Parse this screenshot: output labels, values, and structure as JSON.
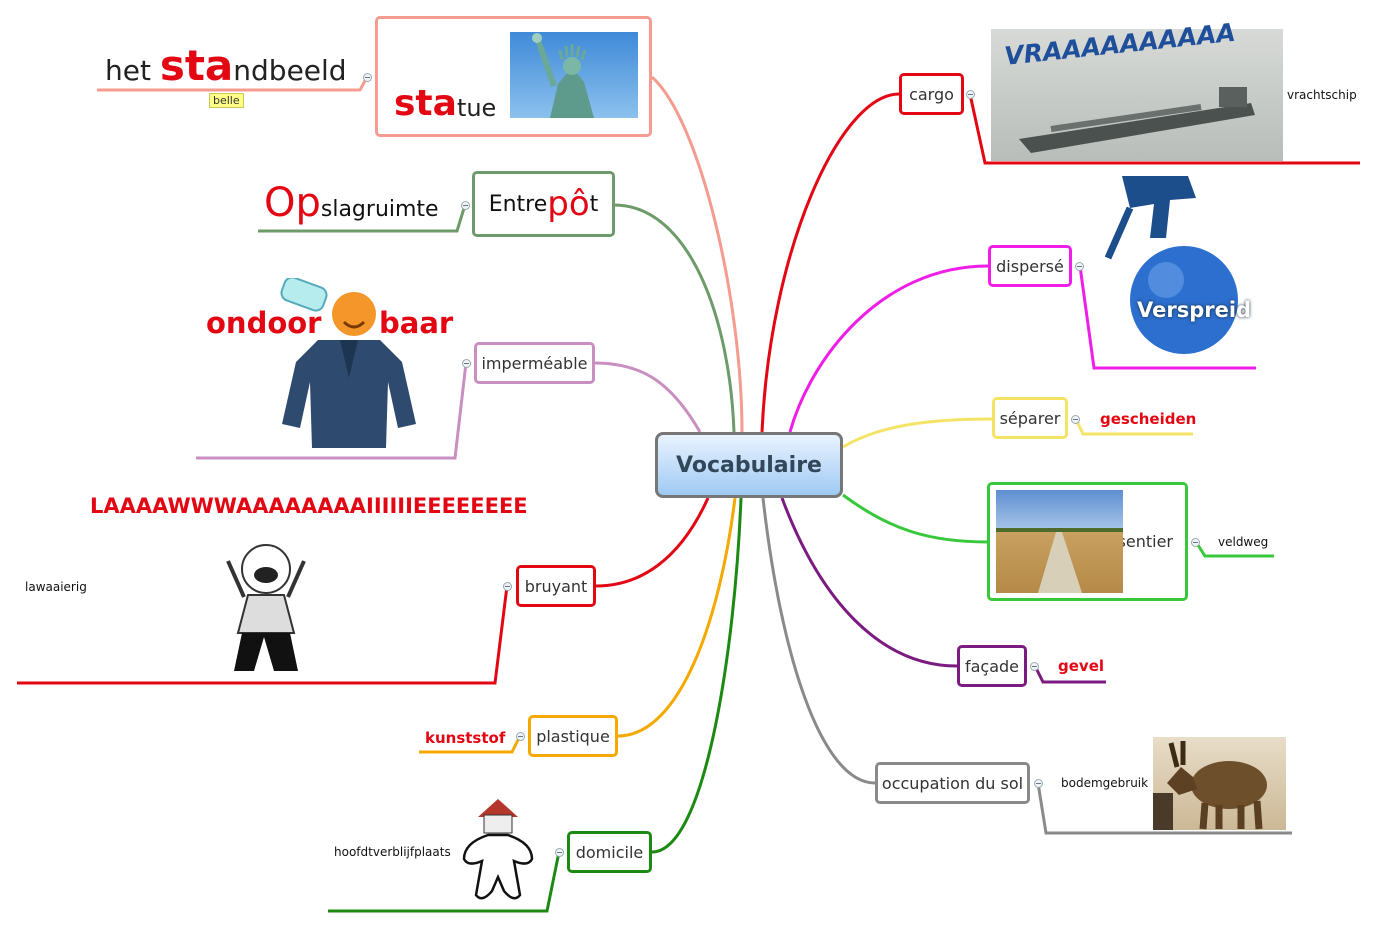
{
  "central": {
    "label": "Vocabulaire"
  },
  "colors": {
    "statue": "#f59b8f",
    "entrepot": "#6d9b6a",
    "impermeable": "#c98fc0",
    "bruyant": "#e30613",
    "plastique": "#f5a800",
    "domicile": "#1c8a12",
    "cargo": "#e30613",
    "disperse": "#ee1ee8",
    "separer": "#f4e466",
    "sentier": "#39c83b",
    "facade": "#7b1a80",
    "occupation": "#8a8a8a",
    "emphasis": "#e30613",
    "central_border": "#777777"
  },
  "left": {
    "statue": {
      "label_a": "sta",
      "label_b": "tue",
      "word_prefix": "het ",
      "word_em": "sta",
      "word_rest": "ndbeeld",
      "note": "belle",
      "image": "statue-of-liberty-photo"
    },
    "entrepot": {
      "label_a": "Entre",
      "label_b": "pô",
      "label_c": "t",
      "word_em": "Op",
      "word_rest": "slagruimte"
    },
    "impermeable": {
      "label": "imperméable",
      "caption_a": "ondoor",
      "caption_b": "baar",
      "image": "raincoat-clipart"
    },
    "bruyant": {
      "label": "bruyant",
      "caption": "LAAAAWWWAAAAAAAAIIIIIIEEEEEEEE",
      "word": "lawaaierig",
      "image": "screaming-kid-cartoon"
    },
    "plastique": {
      "label": "plastique",
      "word": "kunststof"
    },
    "domicile": {
      "label": "domicile",
      "word": "hoofdtverblijfplaats",
      "image": "house-figure-cartoon"
    }
  },
  "right": {
    "cargo": {
      "label": "cargo",
      "caption": "VRAAAAAAAAAA",
      "word": "vrachtschip",
      "image": "cargo-ship-photo"
    },
    "disperse": {
      "label": "dispersé",
      "caption": "Verspreid",
      "image": "spray-bottle-photo"
    },
    "separer": {
      "label": "séparer",
      "word": "gescheiden"
    },
    "sentier": {
      "label": "sentier",
      "word": "veldweg",
      "image": "field-path-photo"
    },
    "facade": {
      "label": "façade",
      "word": "gevel"
    },
    "occupation": {
      "label": "occupation du sol",
      "word": "bodemgebruik",
      "image": "donkey-photo"
    }
  }
}
